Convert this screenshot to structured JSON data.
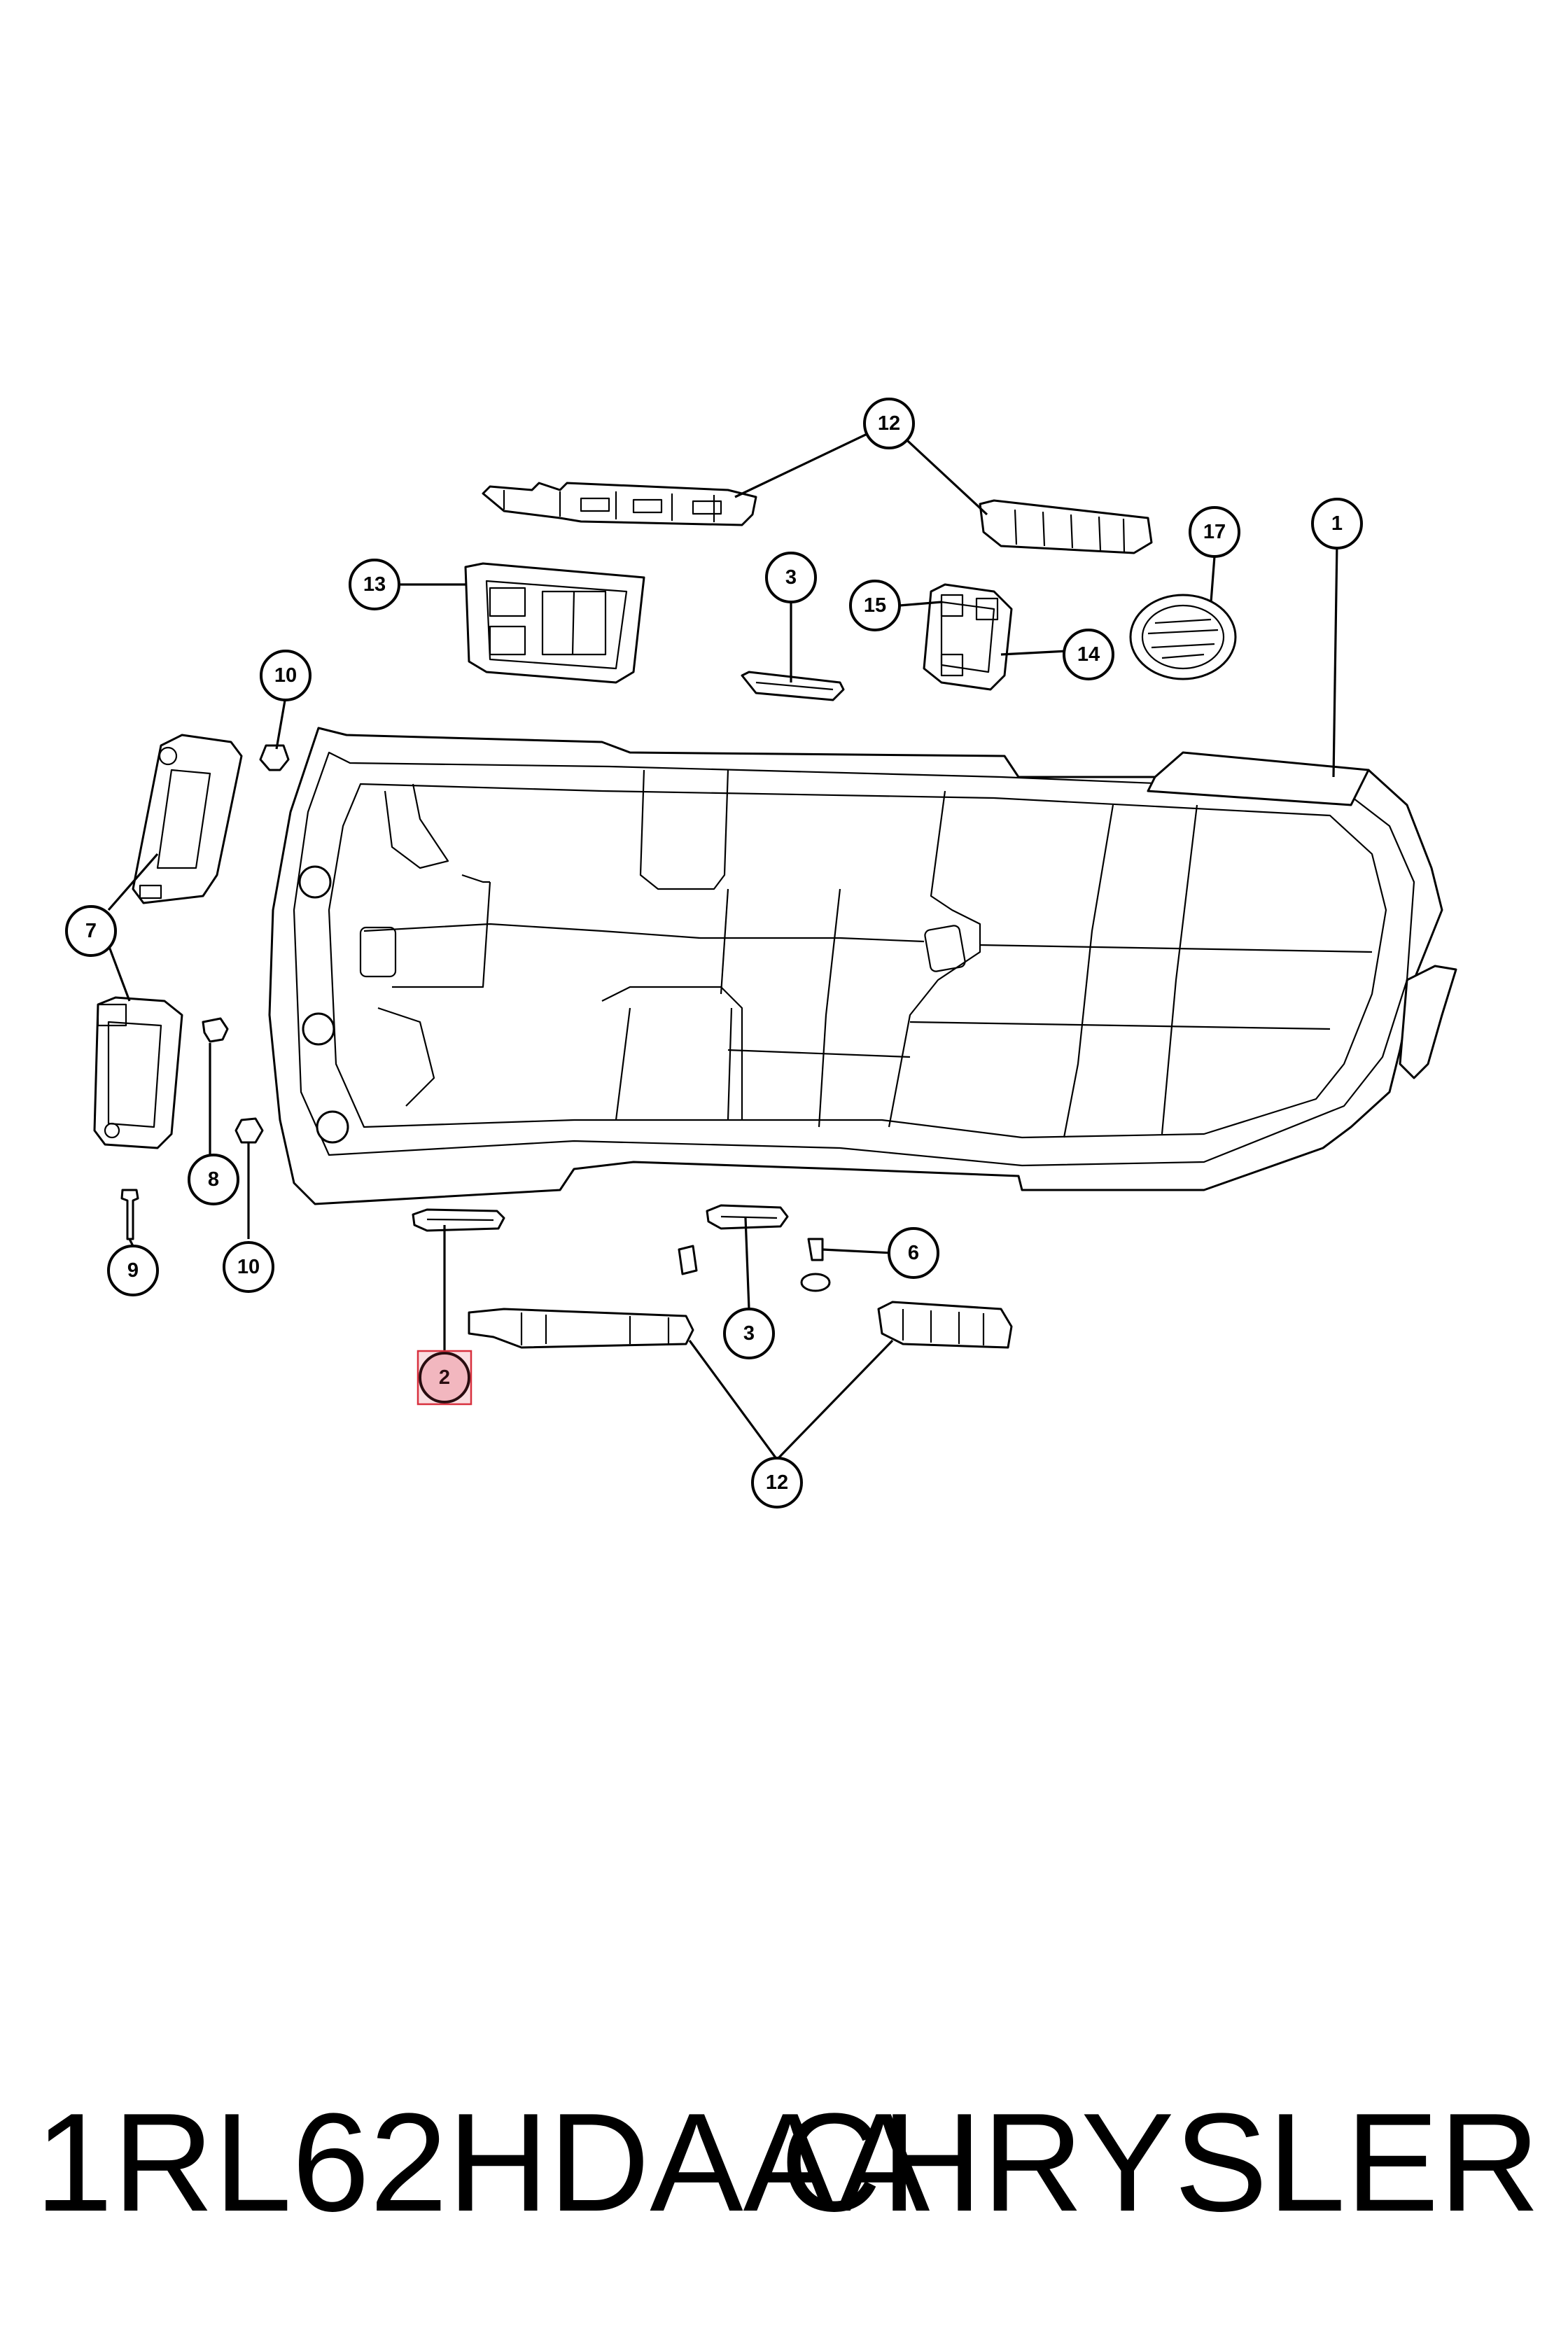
{
  "diagram": {
    "part_number": "1RL62HDAAA",
    "brand": "CHRYSLER",
    "callouts": {
      "c1": "1",
      "c2": "2",
      "c3a": "3",
      "c3b": "3",
      "c6": "6",
      "c7": "7",
      "c8": "8",
      "c9": "9",
      "c10a": "10",
      "c10b": "10",
      "c12a": "12",
      "c12b": "12",
      "c13": "13",
      "c14": "14",
      "c15": "15",
      "c17": "17"
    },
    "highlighted_callout": "2",
    "highlight_color": "#d8303e"
  }
}
